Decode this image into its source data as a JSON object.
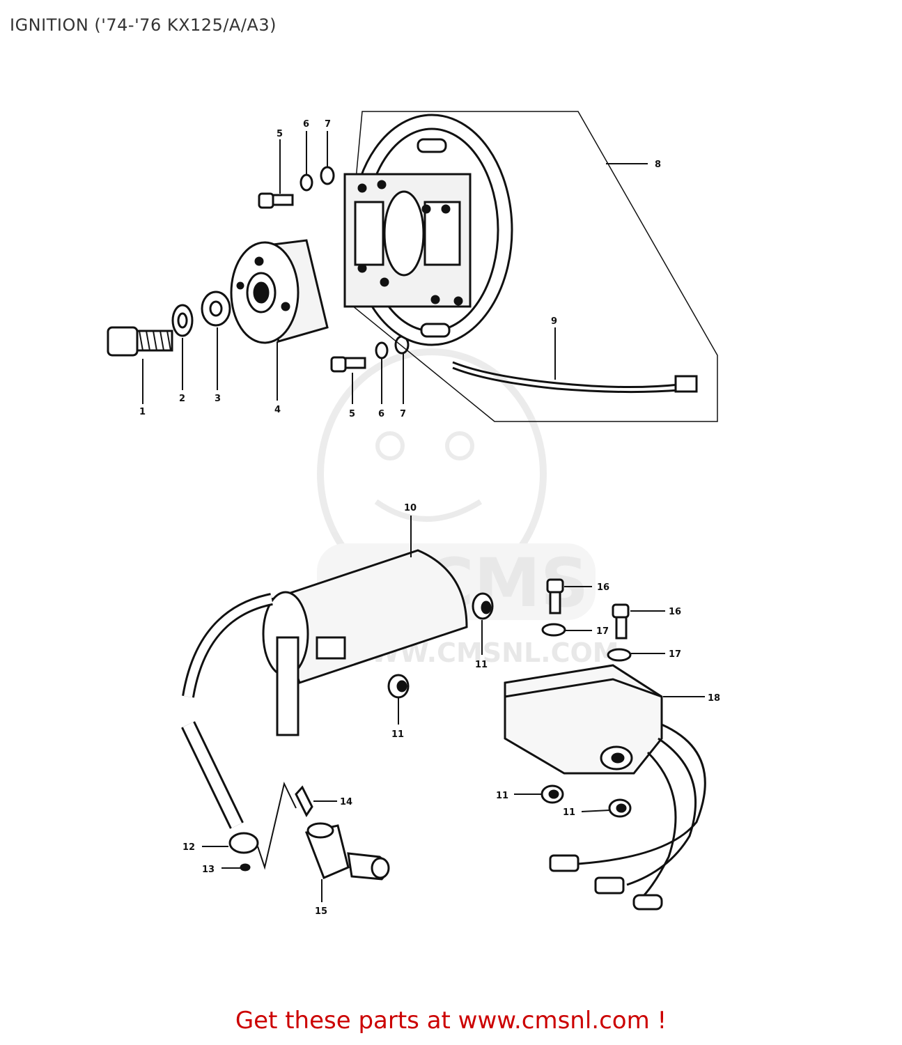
{
  "title": "IGNITION ('74-'76 KX125/A/A3)",
  "footer": "Get these parts at www.cmsnl.com !",
  "watermark": {
    "brand": "CMS",
    "url": "WWW.CMSNL.COM"
  },
  "callouts": [
    "1",
    "2",
    "3",
    "4",
    "5",
    "6",
    "7",
    "5",
    "6",
    "7",
    "8",
    "9",
    "10",
    "16",
    "16",
    "17",
    "17",
    "18",
    "11",
    "11",
    "11",
    "11",
    "14",
    "12",
    "13",
    "15"
  ],
  "colors": {
    "footer": "#cc0000",
    "ink": "#111111",
    "watermark": "#dddddd"
  }
}
